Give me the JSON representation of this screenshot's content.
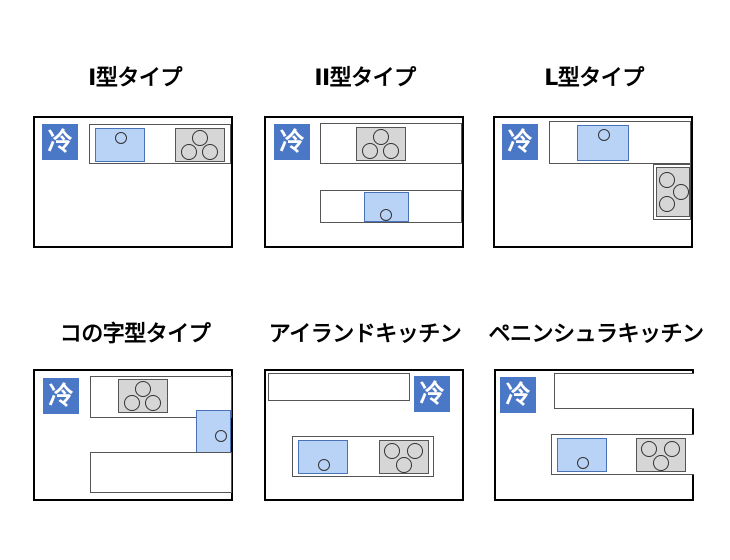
{
  "layouts": [
    {
      "title": "I型タイプ",
      "fridge_label": "冷"
    },
    {
      "title": "II型タイプ",
      "fridge_label": "冷"
    },
    {
      "title": "L型タイプ",
      "fridge_label": "冷"
    },
    {
      "title": "コの字型タイプ",
      "fridge_label": "冷"
    },
    {
      "title": "アイランドキッチン",
      "fridge_label": "冷"
    },
    {
      "title": "ペニンシュラキッチン",
      "fridge_label": "冷"
    }
  ],
  "colors": {
    "fridge": "#4a78c6",
    "sink": "#b9d3f7",
    "stove": "#d6d6d6",
    "outline": "#000000"
  },
  "icons": {
    "sink": "sink-icon",
    "stove": "three-burner-stove-icon",
    "fridge": "refrigerator-icon"
  }
}
